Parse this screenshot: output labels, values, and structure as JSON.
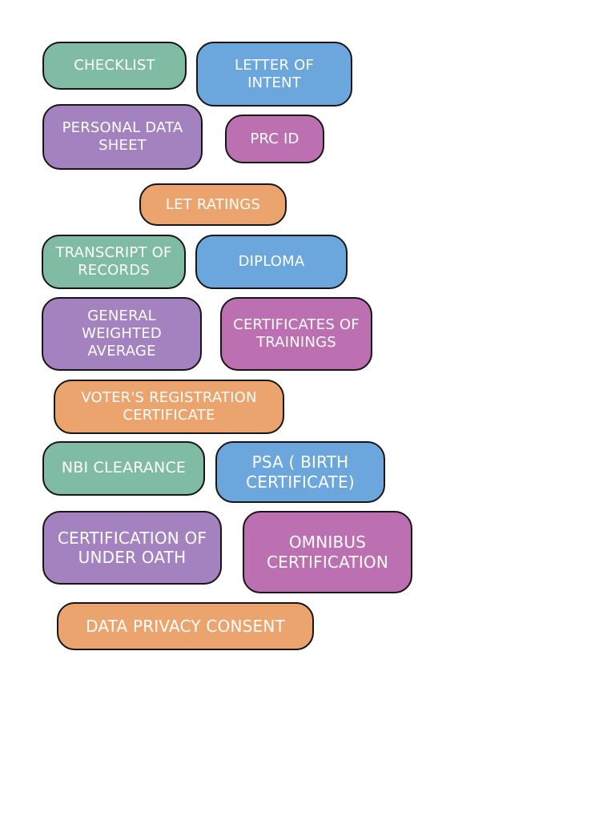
{
  "colors": {
    "teal": "#80bba3",
    "blue": "#6ba6dd",
    "purple": "#a482bf",
    "magenta": "#bd70b1",
    "orange": "#eba46e",
    "border": "#161616",
    "text": "#ffffff"
  },
  "items": [
    {
      "id": "checklist",
      "label": "CHECKLIST",
      "color": "teal"
    },
    {
      "id": "letter-of-intent",
      "label": "LETTER OF\nINTENT",
      "color": "blue"
    },
    {
      "id": "personal-data-sheet",
      "label": "PERSONAL DATA\nSHEET",
      "color": "purple"
    },
    {
      "id": "prc-id",
      "label": "PRC ID",
      "color": "magenta"
    },
    {
      "id": "let-ratings",
      "label": "LET RATINGS",
      "color": "orange"
    },
    {
      "id": "transcript-of-records",
      "label": "TRANSCRIPT OF\nRECORDS",
      "color": "teal"
    },
    {
      "id": "diploma",
      "label": "DIPLOMA",
      "color": "blue"
    },
    {
      "id": "general-weighted-average",
      "label": "GENERAL\nWEIGHTED\nAVERAGE",
      "color": "purple"
    },
    {
      "id": "certificates-of-trainings",
      "label": "CERTIFICATES OF\nTRAININGS",
      "color": "magenta"
    },
    {
      "id": "voters-registration-certificate",
      "label": "VOTER'S REGISTRATION\nCERTIFICATE",
      "color": "orange"
    },
    {
      "id": "nbi-clearance",
      "label": "NBI CLEARANCE",
      "color": "teal"
    },
    {
      "id": "psa-birth-certificate",
      "label": "PSA ( BIRTH\nCERTIFICATE)",
      "color": "blue"
    },
    {
      "id": "certification-of-under-oath",
      "label": "CERTIFICATION OF\nUNDER OATH",
      "color": "purple"
    },
    {
      "id": "omnibus-certification",
      "label": "OMNIBUS\nCERTIFICATION",
      "color": "magenta"
    },
    {
      "id": "data-privacy-consent",
      "label": "DATA PRIVACY CONSENT",
      "color": "orange"
    }
  ]
}
